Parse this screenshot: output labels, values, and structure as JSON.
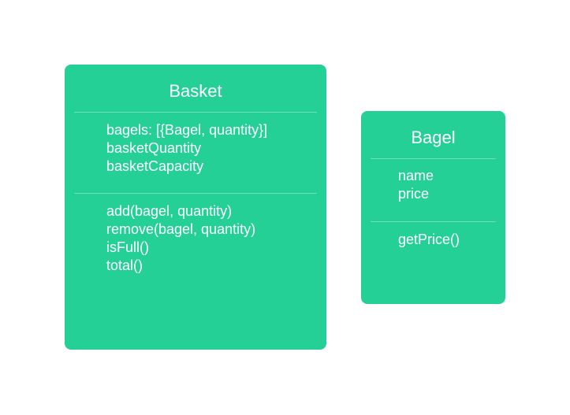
{
  "classes": {
    "basket": {
      "name": "Basket",
      "attributes": [
        "bagels: [{Bagel, quantity}]",
        "basketQuantity",
        "basketCapacity"
      ],
      "operations": [
        "add(bagel, quantity)",
        "remove(bagel, quantity)",
        "isFull()",
        "total()"
      ]
    },
    "bagel": {
      "name": "Bagel",
      "attributes": [
        "name",
        "price"
      ],
      "operations": [
        "getPrice()"
      ]
    }
  },
  "colors": {
    "class_fill": "#24d095",
    "text": "#ffffff",
    "background": "#ffffff"
  }
}
